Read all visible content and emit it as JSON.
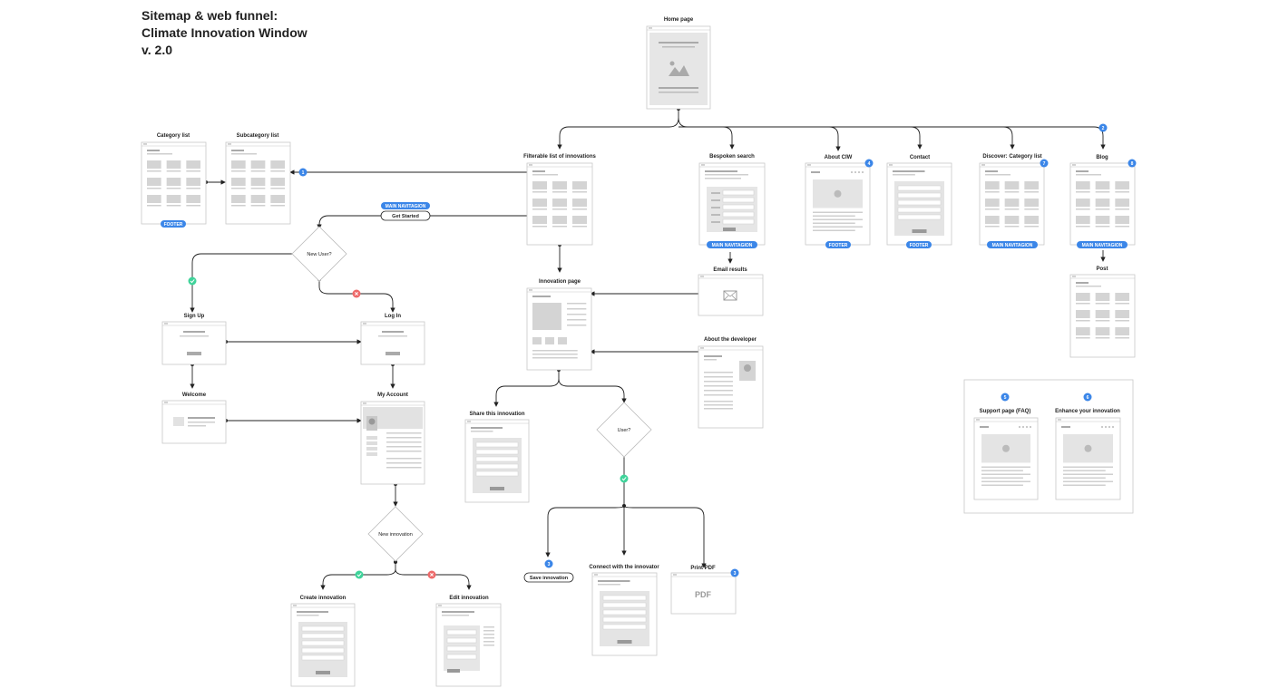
{
  "header": {
    "line1": "Sitemap & web funnel:",
    "line2": "Climate Innovation Window",
    "line3": "v. 2.0"
  },
  "colors": {
    "blue": "#3b86e8",
    "green": "#3fd39a",
    "red": "#ee6a6a",
    "line": "#222222",
    "frame": "#c8c8c8",
    "block": "#d6d6d6",
    "bar": "#cfcfcf"
  },
  "pages": {
    "home": "Home page",
    "category_list": "Category list",
    "subcategory_list": "Subcategory list",
    "filterable": "Filterable list of innovations",
    "bespoken": "Bespoken search",
    "about": "About CIW",
    "contact": "Contact",
    "discover": "Discover: Category list",
    "blog": "Blog",
    "post": "Post",
    "email_results": "Email results",
    "innovation": "Innovation page",
    "about_dev": "About the developer",
    "sign_up": "Sign Up",
    "log_in": "Log In",
    "welcome": "Welcome",
    "my_account": "My Account",
    "share": "Share this innovation",
    "connect": "Connect with the innovator",
    "print_pdf": "Print PDF",
    "create": "Create innovation",
    "edit": "Edit innovation",
    "support": "Support page (FAQ)",
    "enhance": "Enhance your innovation"
  },
  "decisions": {
    "new_user": "New User?",
    "user": "User?",
    "new_innovation": "New innovation"
  },
  "pills": {
    "footer": "FOOTER",
    "main_nav": "MAIN NAVITAGION",
    "get_started": "Get Started",
    "save_innovation": "Save innovation",
    "pdf": "PDF"
  },
  "badges": {
    "b1": "1",
    "b2": "2",
    "b3": "3",
    "b4": "4",
    "b5": "5",
    "b6": "6",
    "b7": "7",
    "b8": "8"
  }
}
